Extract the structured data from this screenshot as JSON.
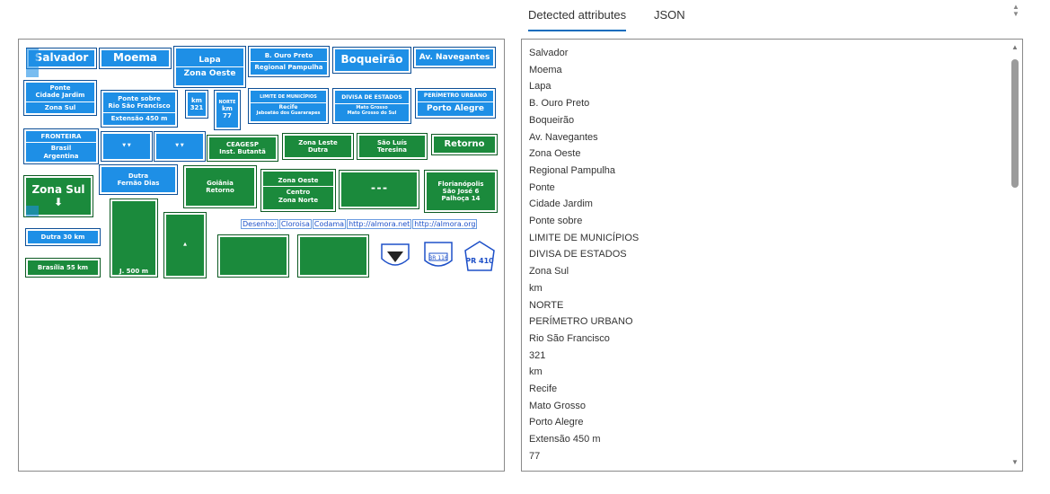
{
  "tabs": [
    {
      "label": "Detected attributes",
      "active": true
    },
    {
      "label": "JSON",
      "active": false
    }
  ],
  "attributes": [
    "Salvador",
    "Moema",
    "Lapa",
    "B. Ouro Preto",
    "Boqueirão",
    "Av. Navegantes",
    "Zona Oeste",
    "Regional Pampulha",
    "Ponte",
    "Cidade Jardim",
    "Ponte sobre",
    "LIMITE DE MUNICÍPIOS",
    "DIVISA DE ESTADOS",
    "Zona Sul",
    "km",
    "NORTE",
    "PERÍMETRO URBANO",
    "Rio São Francisco",
    "321",
    "km",
    "Recife",
    "Mato Grosso",
    "Porto Alegre",
    "Extensão 450 m",
    "77"
  ],
  "signs": {
    "salvador": "Salvador",
    "moema": "Moema",
    "lapa": "Lapa",
    "zona_oeste": "Zona Oeste",
    "ouro_preto": "B. Ouro Preto",
    "regional": "Regional Pampulha",
    "boqueirao": "Boqueirão",
    "navegantes": "Av. Navegantes",
    "ponte": "Ponte",
    "cidade_jardim": "Cidade Jardim",
    "zona_sul_small": "Zona Sul",
    "ponte_sobre": "Ponte sobre",
    "rio_sf": "Rio São Francisco",
    "extensao": "Extensão 450 m",
    "km_321_a": "km",
    "km_321_b": "321",
    "norte": "NORTE",
    "km_77_a": "km",
    "km_77_b": "77",
    "limite": "LIMITE DE MUNICÍPIOS",
    "recife": "Recife",
    "jaboatao": "Jaboatão dos Guararapes",
    "divisa": "DIVISA DE ESTADOS",
    "mato_grosso": "Mato Grosso",
    "mato_grosso_sul": "Mato Grosso do Sul",
    "perimetro": "PERÍMETRO URBANO",
    "porto_alegre": "Porto Alegre",
    "fronteira": "FRONTEIRA",
    "brasil": "Brasil",
    "argentina": "Argentina",
    "ceagesp": "CEAGESP",
    "inst_butanta": "Inst. Butantã",
    "zona_leste": "Zona Leste",
    "dutra": "Dutra",
    "sao_luis": "São Luís",
    "teresina": "Teresina",
    "retorno": "Retorno",
    "zona_sul_big": "Zona Sul",
    "dutra_b": "Dutra",
    "fernao_dias": "Fernão Dias",
    "goiania": "Goiânia",
    "retorno_b": "Retorno",
    "zona_oeste_b": "Zona Oeste",
    "centro": "Centro",
    "zona_norte": "Zona Norte",
    "florianopolis": "Florianópolis",
    "sao_jose": "São José",
    "palhoca": "Palhoça",
    "sao_jose_km": "6",
    "palhoca_km": "14",
    "dutra_c": "Dutra 30 km",
    "brasilia": "Brasília 55 km",
    "j500": "J. 500 m",
    "shield_br": "BR 116",
    "shield_pr": "PR 410"
  },
  "credits": [
    "Desenho:",
    "Cloroisa",
    "Codama",
    "http://almora.net",
    "http://almora.org"
  ],
  "icons": [
    "scroll-up-icon",
    "scroll-down-icon",
    "tab-scroll-icon"
  ]
}
